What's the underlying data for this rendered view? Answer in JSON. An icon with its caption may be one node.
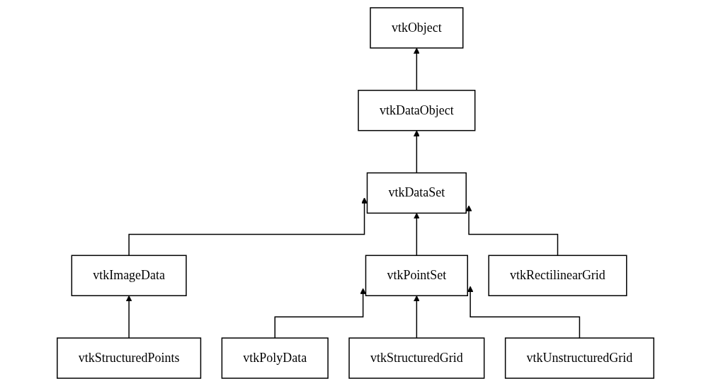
{
  "diagram": {
    "nodes": [
      {
        "text": [
          "vtkObject"
        ]
      },
      {
        "text": [
          "vtkDataObject"
        ]
      },
      {
        "text": [
          "vtkDataSet"
        ]
      },
      {
        "text": [
          "vtkImageData"
        ]
      },
      {
        "text": [
          "vtkPointSet"
        ]
      },
      {
        "text": [
          "vtkRectilinearGrid"
        ]
      },
      {
        "text": [
          "vtkStructuredPoints"
        ]
      },
      {
        "text": [
          "vtkPolyData"
        ]
      },
      {
        "text": [
          "vtkStructuredGrid"
        ]
      },
      {
        "text": [
          "vtkUnstructuredGrid"
        ]
      }
    ],
    "edges": [
      {
        "from": 1,
        "to": 0,
        "arrow": "to"
      },
      {
        "from": 2,
        "to": 1,
        "arrow": "to"
      },
      {
        "from": 3,
        "to": 2,
        "arrow": "to"
      },
      {
        "from": 4,
        "to": 2,
        "arrow": "to"
      },
      {
        "from": 5,
        "to": 2,
        "arrow": "to"
      },
      {
        "from": 6,
        "to": 3,
        "arrow": "to"
      },
      {
        "from": 7,
        "to": 4,
        "arrow": "to"
      },
      {
        "from": 8,
        "to": 4,
        "arrow": "to"
      },
      {
        "from": 9,
        "to": 4,
        "arrow": "to"
      }
    ]
  }
}
